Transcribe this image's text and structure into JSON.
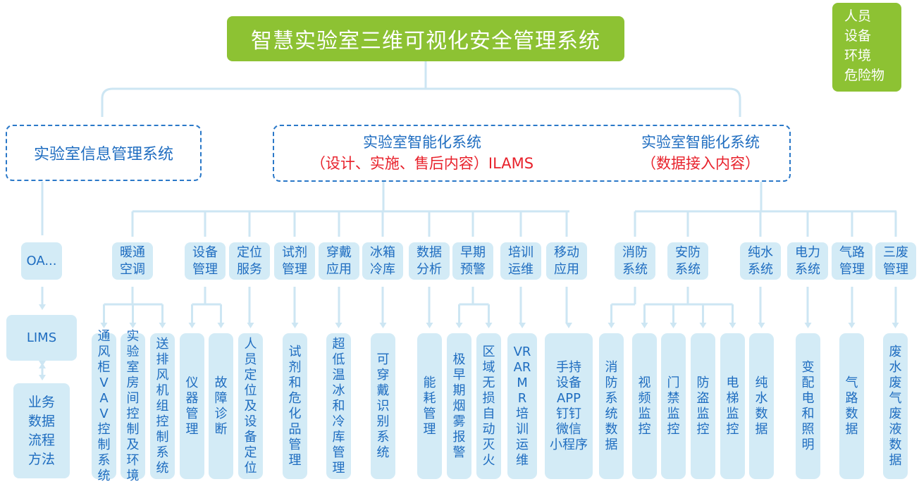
{
  "title": "智慧实验室三维可视化安全管理系统",
  "legend": [
    "人员",
    "设备",
    "环境",
    "危险物"
  ],
  "colors": {
    "accent_green": "#8dc233",
    "box_fill": "#d3ebf6",
    "text_blue": "#1f6dc0",
    "dash_blue": "#2a78c8",
    "red": "#e8222c",
    "line": "#cde6f3"
  },
  "info_system": {
    "label": "实验室信息管理系统",
    "chain": [
      "OA...",
      "LIMS",
      "业务\n数据\n流程\n方法"
    ]
  },
  "smart_system": {
    "left": {
      "title": "实验室智能化系统",
      "subtitle": "（设计、实施、售后内容）ILAMS"
    },
    "right": {
      "title": "实验室智能化系统",
      "subtitle": "（数据接入内容）"
    }
  },
  "modules": [
    {
      "label": "暖通\n空调",
      "children": [
        "通风柜VAV控制系统",
        "实验室房间控制及环境",
        "送排风机组控制系统"
      ]
    },
    {
      "label": "设备\n管理",
      "children": [
        "仪器管理",
        "故障诊断"
      ]
    },
    {
      "label": "定位\n服务",
      "children": [
        "人员定位及设备定位"
      ]
    },
    {
      "label": "试剂\n管理",
      "children": [
        "试剂和危化品管理"
      ]
    },
    {
      "label": "穿戴\n应用",
      "children": [
        "超低温冰和冷库管理"
      ]
    },
    {
      "label": "冰箱\n冷库",
      "children": [
        "可穿戴识别系统"
      ]
    },
    {
      "label": "数据\n分析",
      "children": [
        "能耗管理"
      ]
    },
    {
      "label": "早期\n预警",
      "children": [
        "极早期烟雾报警",
        "区域无损自动灭火"
      ]
    },
    {
      "label": "培训\n运维",
      "children": [
        "VR\nAR\nM\nR\n培\n训\n运\n维"
      ]
    },
    {
      "label": "移动\n应用",
      "children": [
        "手持\n设备\nAPP\n钉钉\n微信\n小程序"
      ]
    },
    {
      "label": "消防\n系统",
      "children": [
        "消防系统数据"
      ]
    },
    {
      "label": "安防\n系统",
      "children": [
        "视频监控",
        "门禁监控",
        "防盗监控",
        "电梯监控"
      ]
    },
    {
      "label": "纯水\n系统",
      "children": [
        "纯水数据"
      ]
    },
    {
      "label": "电力\n系统",
      "children": [
        "变配电和照明"
      ]
    },
    {
      "label": "气路\n管理",
      "children": [
        "气路数据"
      ]
    },
    {
      "label": "三废\n管理",
      "children": [
        "废水废气废液数据"
      ]
    }
  ]
}
